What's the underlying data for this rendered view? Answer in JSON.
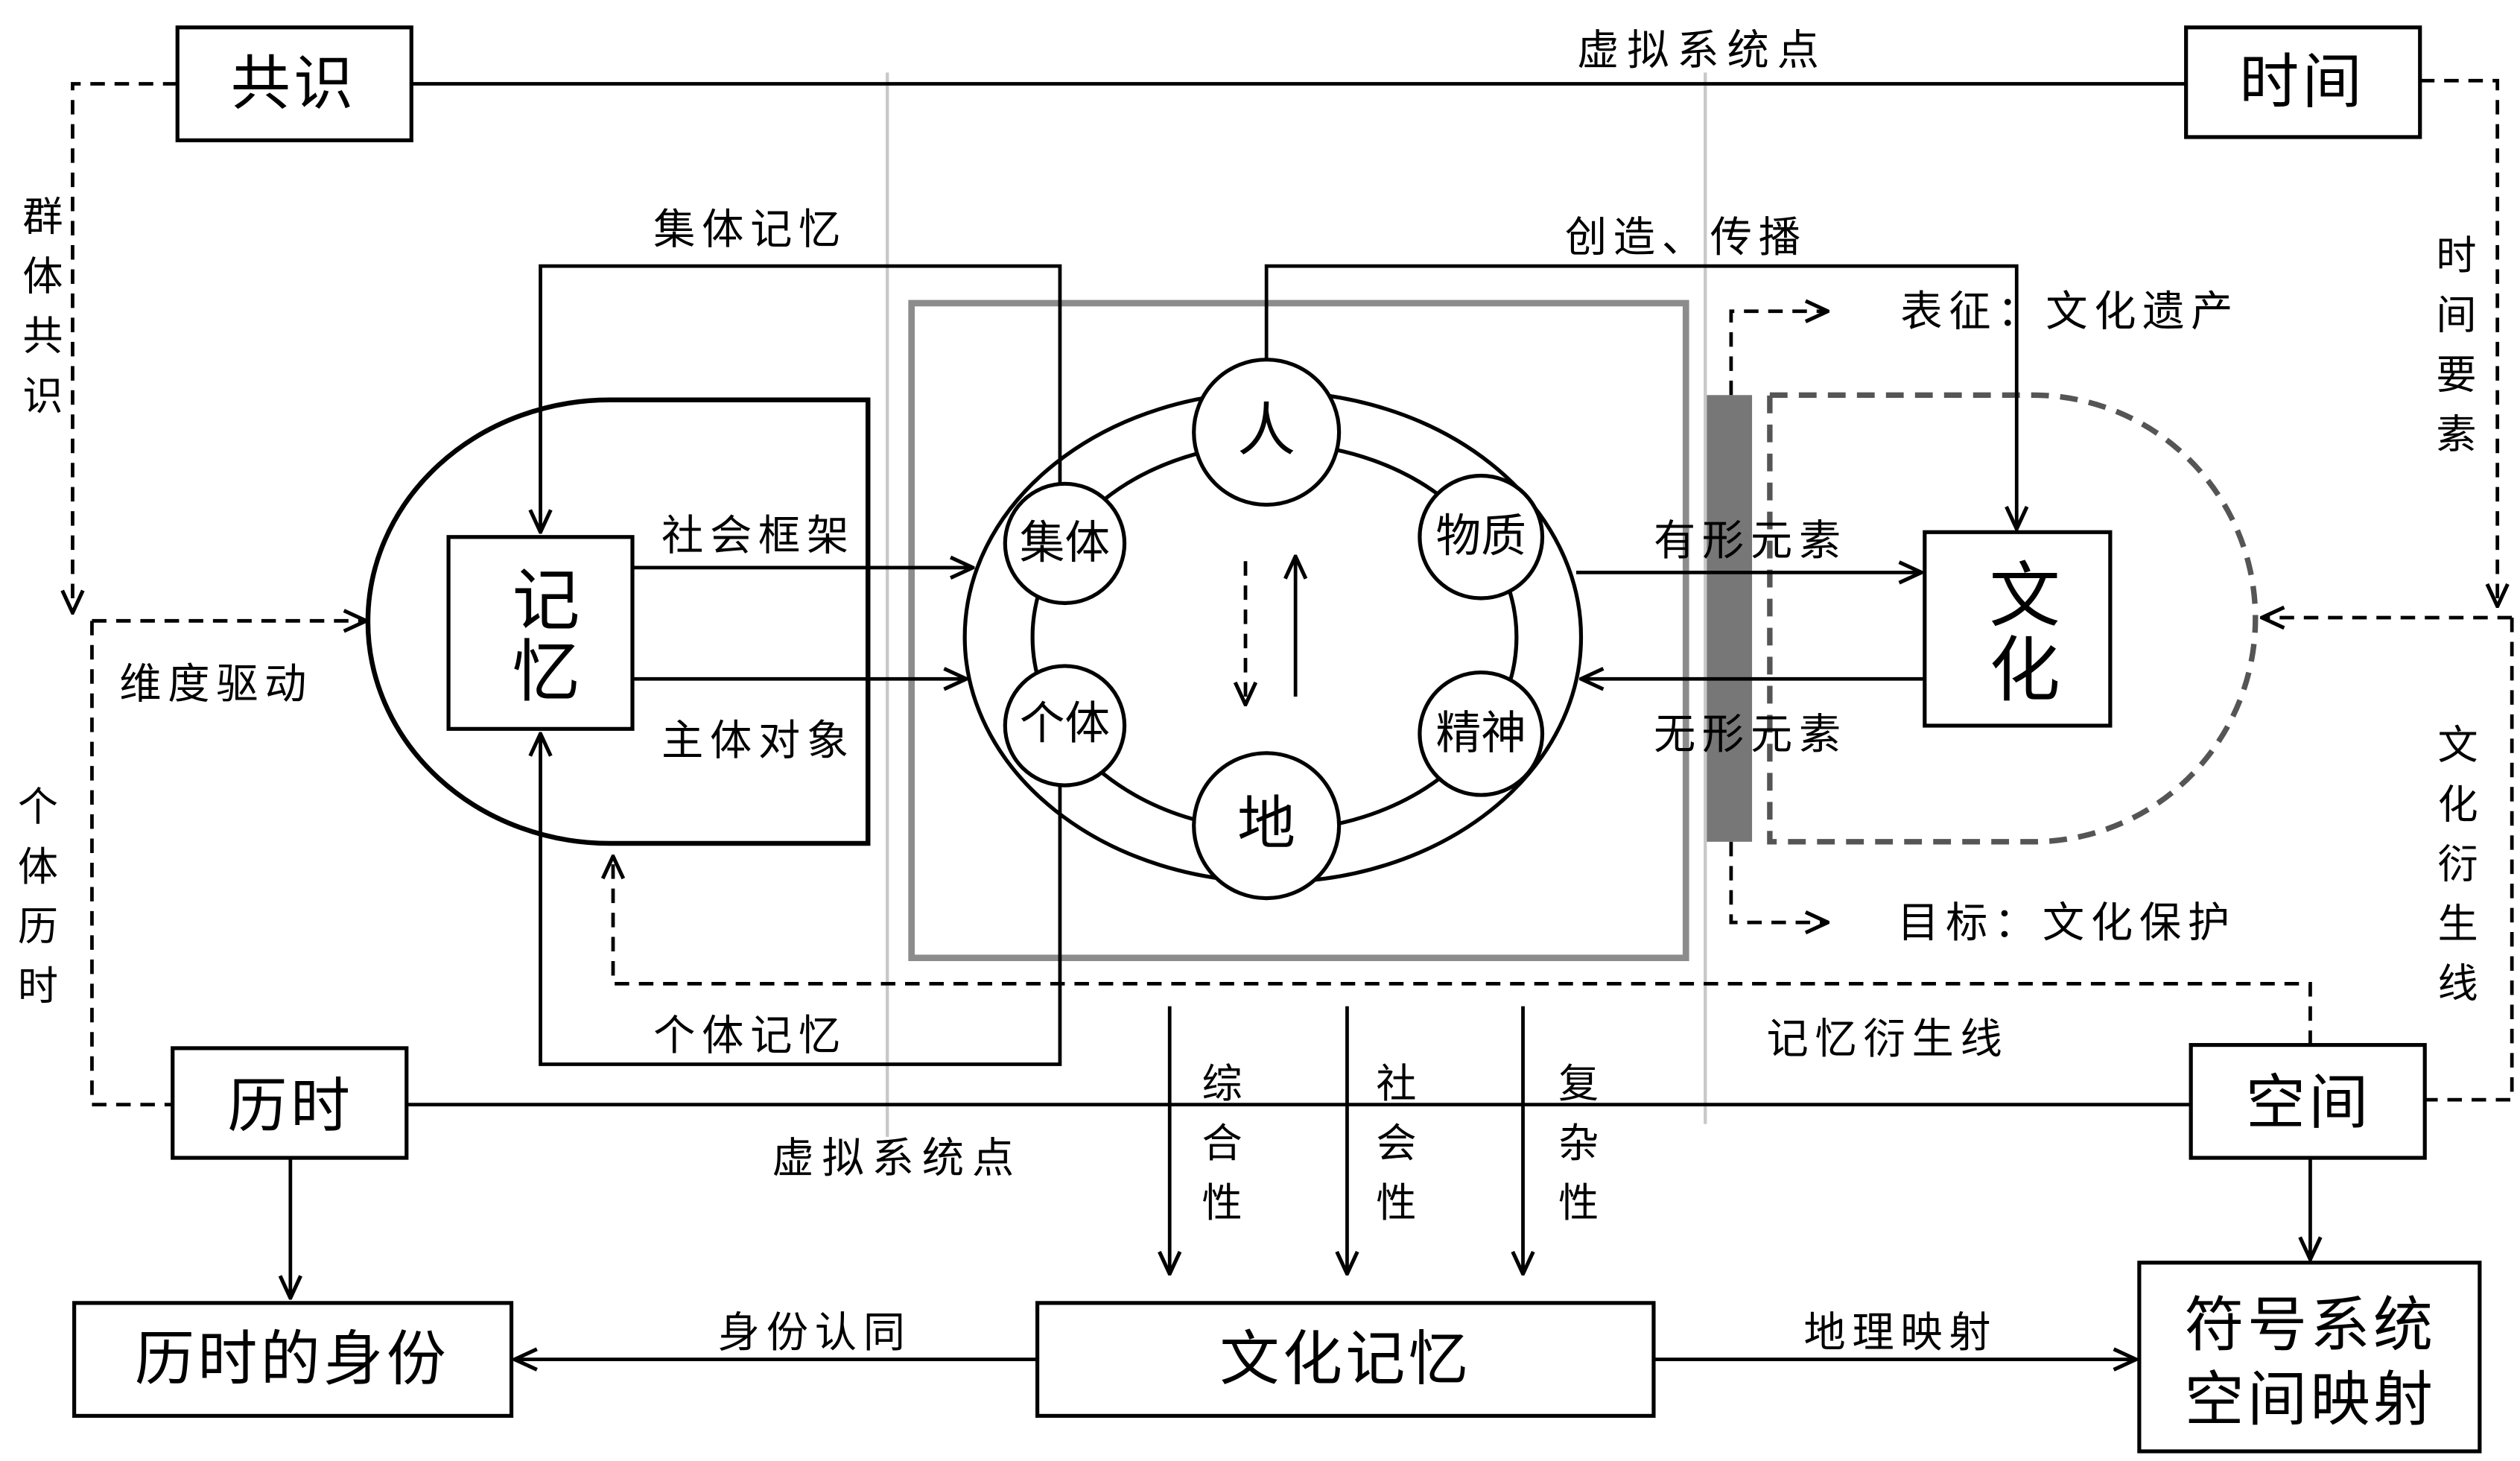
{
  "nodes": {
    "consensus": "共识",
    "time": "时间",
    "diachrony": "历时",
    "space": "空间",
    "memory": "记忆",
    "culture": "文化",
    "diachronic_identity": "历时的身份",
    "cultural_memory": "文化记忆",
    "symbol_system_line1": "符号系统",
    "symbol_system_line2": "空间映射"
  },
  "ring": {
    "person": "人",
    "land": "地",
    "collective": "集体",
    "individual": "个体",
    "material": "物质",
    "spirit": "精神"
  },
  "labels": {
    "virtual_point_top": "虚拟系统点",
    "virtual_point_bottom": "虚拟系统点",
    "group_consensus": "群体共识",
    "time_factor": "时间要素",
    "collective_memory": "集体记忆",
    "creation_spread": "创造、传播",
    "representation": "表征：文化遗产",
    "social_framework": "社会框架",
    "tangible": "有形元素",
    "dimension_driven": "维度驱动",
    "subject_object": "主体对象",
    "intangible": "无形元素",
    "individual_diachrony": "个体历时",
    "culture_derivation": "文化衍生线",
    "goal": "目标：文化保护",
    "individual_memory": "个体记忆",
    "memory_derivation": "记忆衍生线",
    "comprehensive": "综合性",
    "social": "社会性",
    "complex": "复杂性",
    "identity": "身份认同",
    "geo_mapping": "地理映射"
  },
  "colors": {
    "stroke": "#000000",
    "guide_gray": "#c8c8c8",
    "frame_gray": "#8c8c8c",
    "bar_gray": "#777777",
    "dashed_gray": "#555555"
  }
}
